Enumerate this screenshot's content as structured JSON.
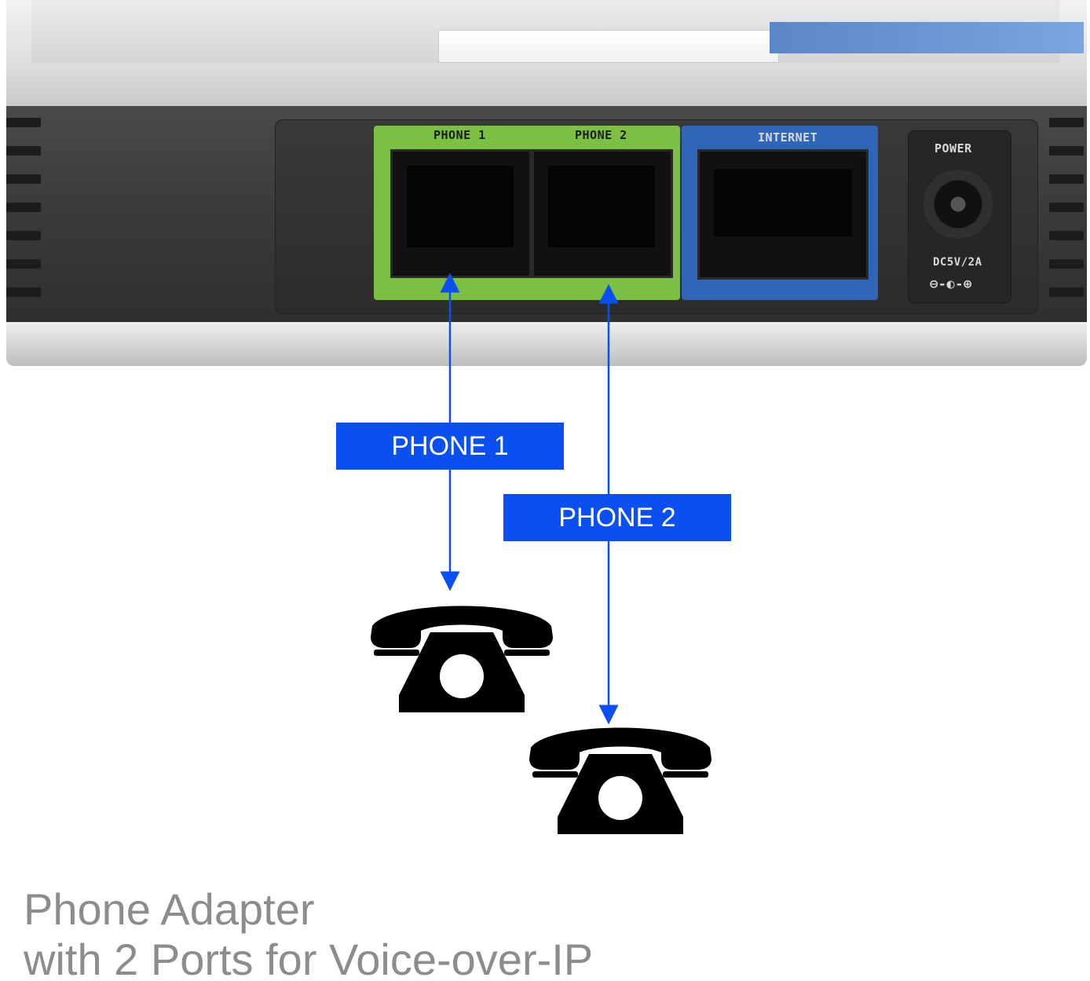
{
  "device": {
    "port_labels": {
      "phone1": "PHONE 1",
      "phone2": "PHONE 2",
      "internet": "INTERNET",
      "power": "POWER",
      "power_rating": "DC5V/2A",
      "polarity": "⊖-◐-⊕"
    },
    "colors": {
      "phone_ports": "#7cc043",
      "internet_port": "#2f66b8",
      "brand_strip": "#6b97d6"
    }
  },
  "callouts": [
    {
      "label": "PHONE 1",
      "color": "#0a4ff0",
      "icon": "telephone-icon"
    },
    {
      "label": "PHONE 2",
      "color": "#0a4ff0",
      "icon": "telephone-icon"
    }
  ],
  "caption": {
    "line1": "Phone Adapter",
    "line2": "with 2 Ports for Voice-over-IP"
  }
}
